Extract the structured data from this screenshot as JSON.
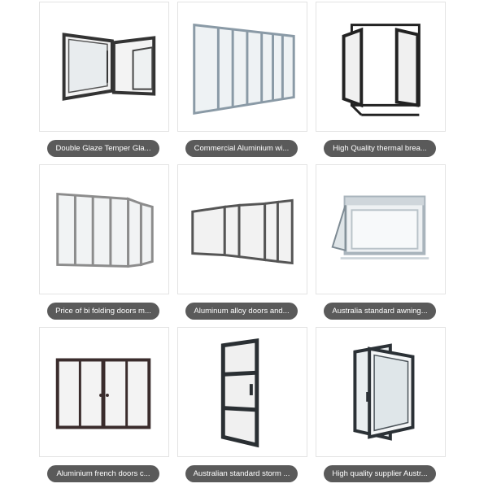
{
  "products": [
    {
      "caption": "Double Glaze Temper Gla...",
      "icon": "tilt-turn-window-icon"
    },
    {
      "caption": "Commercial Aluminium wi...",
      "icon": "sliding-window-icon"
    },
    {
      "caption": "High Quality thermal brea...",
      "icon": "casement-door-icon"
    },
    {
      "caption": "Price of bi folding doors m...",
      "icon": "bifold-door-icon"
    },
    {
      "caption": "Aluminum alloy doors and...",
      "icon": "folding-door-icon"
    },
    {
      "caption": "Australia standard awning...",
      "icon": "awning-window-icon"
    },
    {
      "caption": "Aluminium french doors c...",
      "icon": "french-door-icon"
    },
    {
      "caption": "Australian standard storm ...",
      "icon": "storm-door-icon"
    },
    {
      "caption": "High quality supplier Austr...",
      "icon": "casement-window-icon"
    }
  ]
}
